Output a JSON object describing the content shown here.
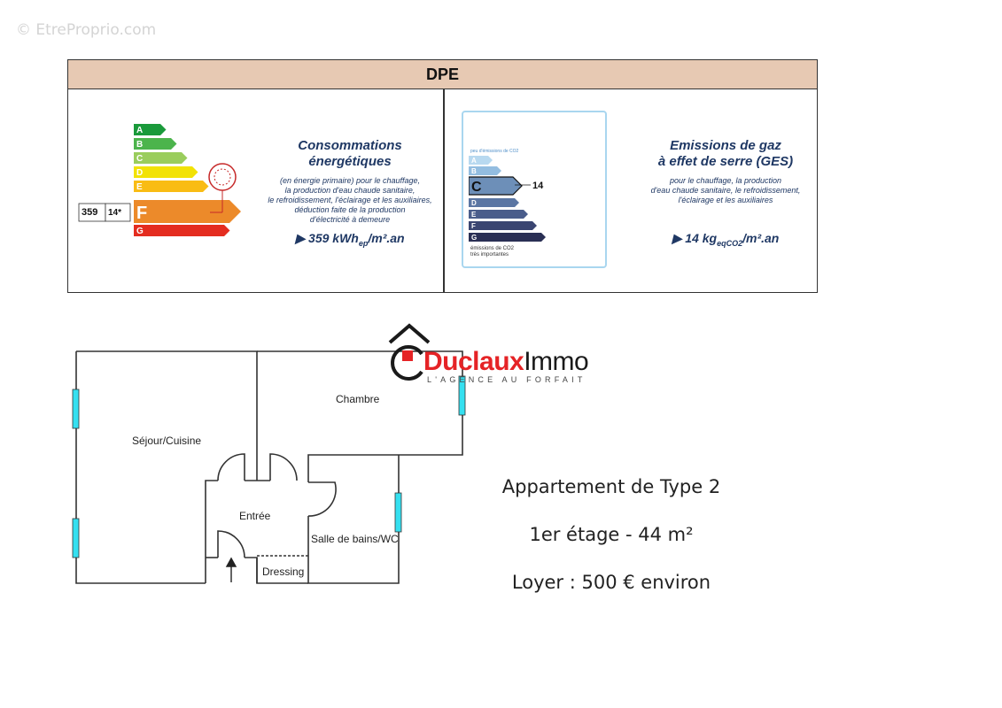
{
  "watermark": "© EtreProprio.com",
  "dpe": {
    "header": "DPE",
    "energy": {
      "title_line1": "Consommations",
      "title_line2": "énergétiques",
      "desc": [
        "(en énergie primaire) pour le chauffage,",
        "la production d'eau chaude sanitaire,",
        "le refroidissement, l'éclairage et les auxiliaires,",
        "déduction faite de la production",
        "d'électricité à demeure"
      ],
      "value": "359 kWh",
      "value_sub": "ep",
      "value_unit": "/m².an",
      "rating": "F",
      "primary_value": "359",
      "secondary_value": "14*",
      "grades": [
        "A",
        "B",
        "C",
        "D",
        "E",
        "F",
        "G"
      ],
      "colors": [
        "#1a9a3b",
        "#4cb44c",
        "#9acd5c",
        "#f2e205",
        "#f9bc14",
        "#ec8a2a",
        "#e42d20"
      ]
    },
    "ges": {
      "title_line1": "Emissions de gaz",
      "title_line2": "à effet de serre (GES)",
      "desc": [
        "pour le chauffage, la production",
        "d'eau chaude sanitaire, le refroidissement,",
        "l'éclairage et les auxiliaires"
      ],
      "value": "14 kg",
      "value_sub": "eqCO2",
      "value_unit": "/m².an",
      "rating": "C",
      "rating_value": "14",
      "top_label": "peu d'émissions de CO2",
      "bottom_label_1": "émissions de CO2",
      "bottom_label_2": "très importantes",
      "grades": [
        "A",
        "B",
        "C",
        "D",
        "E",
        "F",
        "G"
      ],
      "colors": [
        "#b8d9f0",
        "#93bde0",
        "#6d8fb8",
        "#5b76a3",
        "#4a5d8b",
        "#3a4571",
        "#2a2f54"
      ]
    }
  },
  "logo": {
    "brand": "Duclaux",
    "brand2": "Immo",
    "tagline": "L'AGENCE AU FORFAIT"
  },
  "floorplan": {
    "rooms": {
      "sejour": "Séjour/Cuisine",
      "chambre": "Chambre",
      "entree": "Entrée",
      "sdb": "Salle de bains/WC",
      "dressing": "Dressing"
    }
  },
  "info": {
    "type": "Appartement de Type 2",
    "floor": "1er étage - 44 m²",
    "rent": "Loyer : 500 € environ"
  }
}
